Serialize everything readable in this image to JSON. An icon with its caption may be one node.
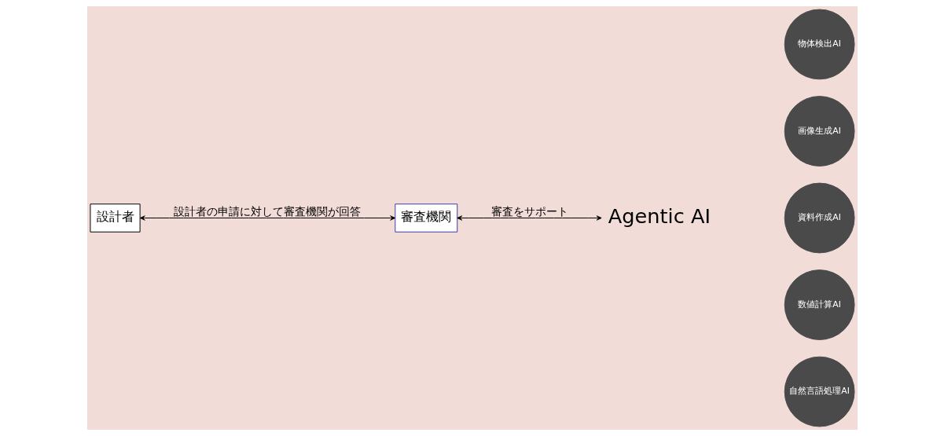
{
  "diagram": {
    "nodes": [
      {
        "text": [
          "設計者"
        ]
      },
      {
        "text": [
          "審査機関"
        ]
      },
      {
        "text": [
          "Agentic AI"
        ]
      },
      {
        "text": [
          "物体検出AI"
        ]
      },
      {
        "text": [
          "画像生成AI"
        ]
      },
      {
        "text": [
          "資料作成AI"
        ]
      },
      {
        "text": [
          "数値計算AI"
        ]
      },
      {
        "text": [
          "自然言語処理AI"
        ]
      }
    ],
    "edges": [
      {
        "from": 0,
        "to": 1,
        "arrow": "both",
        "label": "設計者の申請に対して審査機関が回答"
      },
      {
        "from": 1,
        "to": 2,
        "arrow": "both",
        "label": "審査をサポート"
      }
    ]
  }
}
